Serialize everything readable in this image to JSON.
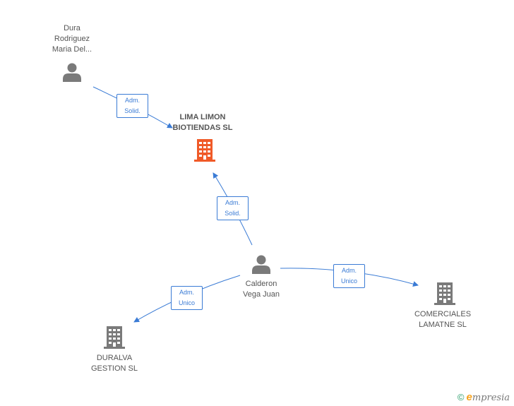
{
  "colors": {
    "edge": "#3a7bd5",
    "person_icon": "#7a7a7a",
    "company_icon": "#7a7a7a",
    "main_company_icon": "#f05a28",
    "label_text": "#555555"
  },
  "nodes": {
    "person_top": {
      "label": "Dura\nRodriguez\nMaria Del..."
    },
    "main_company": {
      "label": "LIMA LIMON\nBIOTIENDAS SL"
    },
    "person_center": {
      "label": "Calderon\nVega Juan"
    },
    "company_right": {
      "label": "COMERCIALES\nLAMATNE SL"
    },
    "company_bottom_left": {
      "label": "DURALVA\nGESTION SL"
    }
  },
  "edges": {
    "top_to_main": {
      "label": "Adm.\nSolid."
    },
    "center_to_main": {
      "label": "Adm.\nSolid."
    },
    "center_to_right": {
      "label": "Adm.\nUnico"
    },
    "center_to_bottom_left": {
      "label": "Adm.\nUnico"
    }
  },
  "watermark": {
    "copyright": "©",
    "brand_e": "e",
    "brand_rest": "mpresia"
  }
}
